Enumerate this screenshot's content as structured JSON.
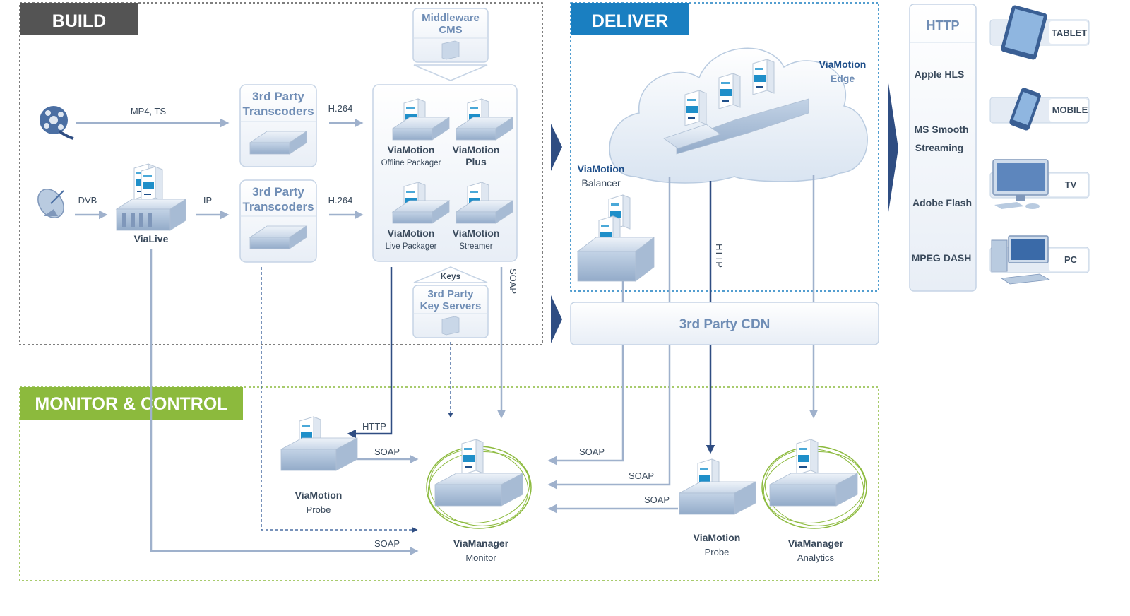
{
  "sections": {
    "build": "BUILD",
    "deliver": "DELIVER",
    "monitor": "MONITOR & CONTROL"
  },
  "colors": {
    "build": "#545454",
    "deliver": "#1a7fc1",
    "monitor": "#8cba3d",
    "arrow_light": "#9fb1cc",
    "arrow_dark": "#2f4d82",
    "box_border": "#c6d4e5"
  },
  "nodes": {
    "middleware": [
      "Middleware",
      "CMS"
    ],
    "transcoder_top": [
      "3rd Party",
      "Transcoders"
    ],
    "transcoder_bottom": [
      "3rd Party",
      "Transcoders"
    ],
    "offline_packager": [
      "ViaMotion",
      "Offline Packager"
    ],
    "plus": [
      "ViaMotion",
      "Plus"
    ],
    "live_packager": [
      "ViaMotion",
      "Live Packager"
    ],
    "streamer": [
      "ViaMotion",
      "Streamer"
    ],
    "keys": "Keys",
    "key_servers": [
      "3rd Party",
      "Key Servers"
    ],
    "vialive": "ViaLive",
    "balancer": [
      "ViaMotion",
      "Balancer"
    ],
    "edge": [
      "ViaMotion",
      "Edge"
    ],
    "cdn": "3rd Party CDN",
    "probe_left": [
      "ViaMotion",
      "Probe"
    ],
    "monitor": [
      "ViaManager",
      "Monitor"
    ],
    "probe_right": [
      "ViaMotion",
      "Probe"
    ],
    "analytics": [
      "ViaManager",
      "Analytics"
    ]
  },
  "edges": {
    "mp4ts": "MP4, TS",
    "dvb": "DVB",
    "ip": "IP",
    "h264_top": "H.264",
    "h264_bottom": "H.264",
    "soap_vertical": "SOAP",
    "http_vertical": "HTTP",
    "http_probe": "HTTP",
    "soap_probe": "SOAP",
    "soap_vialive": "SOAP",
    "soap_cdn_1": "SOAP",
    "soap_cdn_2": "SOAP",
    "soap_cdn_3": "SOAP"
  },
  "http_panel": {
    "title": "HTTP",
    "protocols": [
      [
        "Apple HLS"
      ],
      [
        "MS Smooth",
        "Streaming"
      ],
      [
        "Adobe Flash"
      ],
      [
        "MPEG DASH"
      ]
    ]
  },
  "devices": [
    "TABLET",
    "MOBILE",
    "TV",
    "PC"
  ],
  "icons": {
    "film": "film-reel-icon",
    "satellite": "satellite-dish-icon",
    "tablet": "tablet-icon",
    "mobile": "mobile-phone-icon",
    "tv": "tv-monitor-icon",
    "pc": "desktop-pc-icon"
  }
}
